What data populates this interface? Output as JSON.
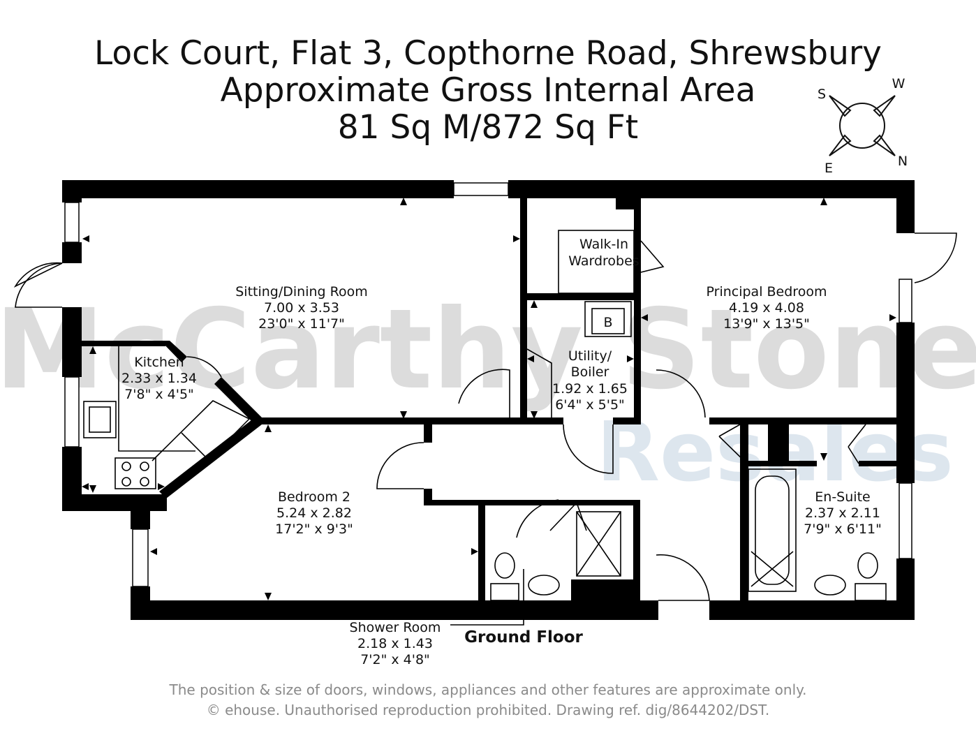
{
  "title": {
    "address": "Lock Court, Flat 3, Copthorne Road, Shrewsbury",
    "area_heading": "Approximate Gross Internal Area",
    "area_value": "81 Sq M/872 Sq Ft"
  },
  "compass": {
    "n": "N",
    "s": "S",
    "e": "E",
    "w": "W"
  },
  "watermark": {
    "line1": "McCarthy Stone",
    "line2": "Resales",
    "line1_color": "#dcdcdc",
    "line2_color": "#dde6ee"
  },
  "rooms": {
    "sitting": {
      "name": "Sitting/Dining Room",
      "metric": "7.00 x 3.53",
      "imperial": "23'0\" x 11'7\""
    },
    "kitchen": {
      "name": "Kitchen",
      "metric": "2.33 x 1.34",
      "imperial": "7'8\" x 4'5\""
    },
    "wardrobe": {
      "name1": "Walk-In",
      "name2": "Wardrobes"
    },
    "boiler_mark": "B",
    "utility": {
      "name1": "Utility/",
      "name2": "Boiler",
      "metric": "1.92 x 1.65",
      "imperial": "6'4\" x 5'5\""
    },
    "principal": {
      "name": "Principal Bedroom",
      "metric": "4.19 x 4.08",
      "imperial": "13'9\" x 13'5\""
    },
    "bedroom2": {
      "name": "Bedroom 2",
      "metric": "5.24 x 2.82",
      "imperial": "17'2\" x 9'3\""
    },
    "ensuite": {
      "name": "En-Suite",
      "metric": "2.37 x 2.11",
      "imperial": "7'9\" x 6'11\""
    },
    "shower": {
      "name": "Shower Room",
      "metric": "2.18 x 1.43",
      "imperial": "7'2\" x 4'8\""
    }
  },
  "floor_label": "Ground Floor",
  "footer": {
    "line1": "The position & size of doors, windows, appliances and other features are approximate only.",
    "line2": "© ehouse. Unauthorised reproduction prohibited. Drawing ref. dig/8644202/DST."
  }
}
